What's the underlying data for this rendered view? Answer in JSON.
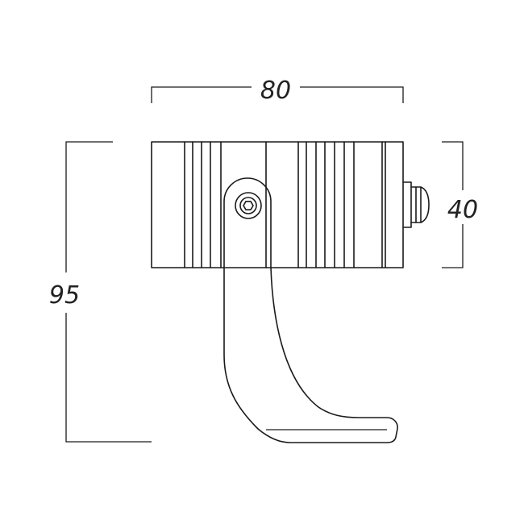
{
  "dimensions": {
    "width": "80",
    "height": "95",
    "head_height": "40"
  },
  "colors": {
    "line": "#1a1a1a",
    "background": "#ffffff"
  }
}
